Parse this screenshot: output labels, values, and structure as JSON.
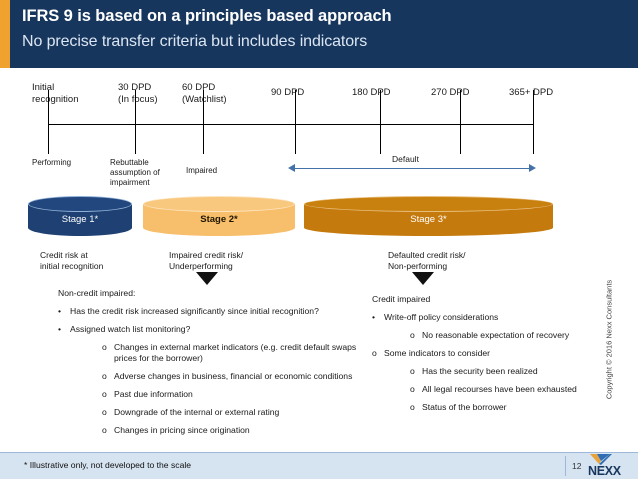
{
  "header": {
    "title": "IFRS 9 is based on a principles based approach",
    "subtitle": "No precise transfer criteria but includes indicators",
    "accent_color": "#F0A22E",
    "background_color": "#17365D"
  },
  "timeline": {
    "ticks": [
      {
        "label_line1": "Initial",
        "label_line2": "recognition"
      },
      {
        "label_line1": "30 DPD",
        "label_line2": "(In focus)"
      },
      {
        "label_line1": "60 DPD",
        "label_line2": "(Watchlist)"
      },
      {
        "label_line1": "90 DPD",
        "label_line2": ""
      },
      {
        "label_line1": "180 DPD",
        "label_line2": ""
      },
      {
        "label_line1": "270 DPD",
        "label_line2": ""
      },
      {
        "label_line1": "365+ DPD",
        "label_line2": ""
      }
    ],
    "phases": [
      {
        "line1": "Performing",
        "line2": "",
        "line3": ""
      },
      {
        "line1": "Rebuttable",
        "line2": "assumption of",
        "line3": "impairment"
      },
      {
        "line1": "Impaired",
        "line2": "",
        "line3": ""
      }
    ],
    "default_span_label": "Default",
    "default_span_color": "#4472A8"
  },
  "stages": [
    {
      "label": "Stage 1*",
      "color": "#1F4072"
    },
    {
      "label": "Stage 2*",
      "color": "#F7BE6B"
    },
    {
      "label": "Stage 3*",
      "color": "#C57A0E"
    }
  ],
  "risk_captions": [
    {
      "line1": "Credit risk at",
      "line2": "initial recognition"
    },
    {
      "line1": "Impaired credit risk/",
      "line2": "Underperforming"
    },
    {
      "line1": "Defaulted credit risk/",
      "line2": "Non-performing"
    }
  ],
  "left_column": {
    "heading": "Non-credit impaired:",
    "items": [
      {
        "marker": "•",
        "level": 1,
        "text": "Has the credit risk increased  significantly since initial recognition?"
      },
      {
        "marker": "•",
        "level": 1,
        "text": "Assigned watch list monitoring?"
      },
      {
        "marker": "o",
        "level": 2,
        "text": "Changes in external market indicators (e.g. credit default swaps prices for the borrower)"
      },
      {
        "marker": "o",
        "level": 2,
        "text": "Adverse changes in business, financial or economic conditions"
      },
      {
        "marker": "o",
        "level": 2,
        "text": "Past due information"
      },
      {
        "marker": "o",
        "level": 2,
        "text": "Downgrade of the internal or external rating"
      },
      {
        "marker": "o",
        "level": 2,
        "text": "Changes in pricing since origination"
      }
    ]
  },
  "right_column": {
    "heading": "Credit impaired",
    "items": [
      {
        "marker": "•",
        "level": 1,
        "text": "Write-off policy considerations"
      },
      {
        "marker": "o",
        "level": 2,
        "text": "No reasonable expectation of recovery"
      },
      {
        "marker": "o",
        "level": 1,
        "text": "Some indicators to consider"
      },
      {
        "marker": "o",
        "level": 2,
        "text": "Has the security been realized"
      },
      {
        "marker": "o",
        "level": 2,
        "text": "All legal recourses have been exhausted"
      },
      {
        "marker": "o",
        "level": 2,
        "text": "Status of the borrower"
      }
    ]
  },
  "copyright": "Copyright © 2016 Nexx Consultants",
  "footer": {
    "note": "* Illustrative only, not developed to the scale",
    "page_number": "12",
    "logo_text": "NEXX",
    "background_color": "#D6E3F0"
  }
}
